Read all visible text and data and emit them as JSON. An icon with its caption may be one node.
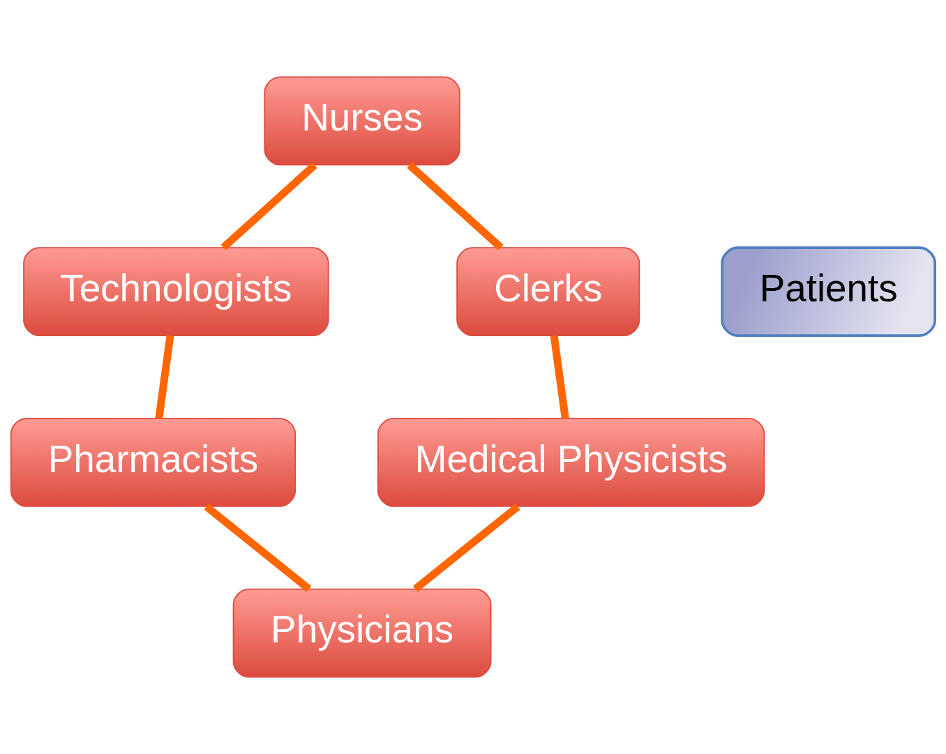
{
  "diagram": {
    "nodes": [
      {
        "text": [
          "Nurses"
        ]
      },
      {
        "text": [
          "Technologists"
        ]
      },
      {
        "text": [
          "Clerks"
        ]
      },
      {
        "text": [
          "Patients"
        ]
      },
      {
        "text": [
          "Pharmacists"
        ]
      },
      {
        "text": [
          "Medical Physicists"
        ]
      },
      {
        "text": [
          "Physicians"
        ]
      }
    ],
    "edges": [
      {
        "from": 0,
        "to": 2,
        "arrow": "none"
      },
      {
        "from": 2,
        "to": 5,
        "arrow": "none"
      },
      {
        "from": 5,
        "to": 6,
        "arrow": "none"
      },
      {
        "from": 0,
        "to": 1,
        "arrow": "none"
      },
      {
        "from": 1,
        "to": 4,
        "arrow": "none"
      },
      {
        "from": 4,
        "to": 6,
        "arrow": "none"
      }
    ]
  }
}
